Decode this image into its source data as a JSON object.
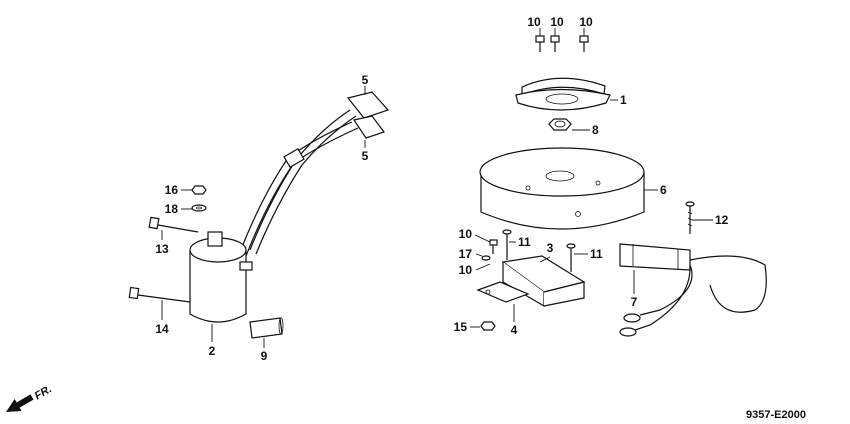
{
  "callouts": {
    "c10a": "10",
    "c10b": "10",
    "c10c": "10",
    "c1": "1",
    "c8": "8",
    "c6": "6",
    "c12": "12",
    "c5a": "5",
    "c5b": "5",
    "c16": "16",
    "c18": "18",
    "c13": "13",
    "c14": "14",
    "c2": "2",
    "c9": "9",
    "c10d": "10",
    "c11a": "11",
    "c17": "17",
    "c10e": "10",
    "c3": "3",
    "c11b": "11",
    "c7": "7",
    "c15": "15",
    "c4": "4"
  },
  "direction_label": "FR.",
  "diagram_code": "9357-E2000"
}
